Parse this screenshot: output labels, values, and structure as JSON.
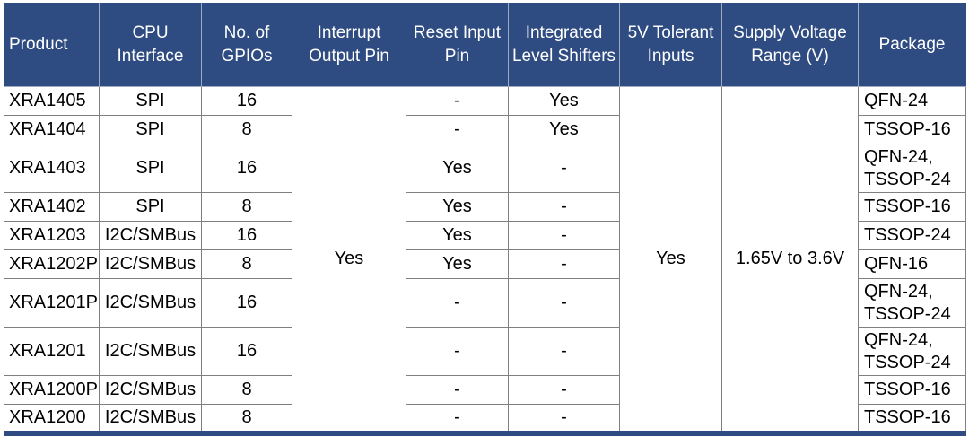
{
  "table": {
    "columns": [
      "Product",
      "CPU Interface",
      "No. of GPIOs",
      "Interrupt Output Pin",
      "Reset Input Pin",
      "Integrated Level Shifters",
      "5V Tolerant Inputs",
      "Supply Voltage Range (V)",
      "Package"
    ],
    "merged_cells": {
      "interrupt_output_pin": "Yes",
      "tolerant_5v_inputs": "Yes",
      "supply_voltage_range": "1.65V to 3.6V"
    },
    "rows": [
      {
        "product": "XRA1405",
        "cpu_interface": "SPI",
        "gpios": "16",
        "reset_input_pin": "-",
        "integrated_level_shifters": "Yes",
        "package": "QFN-24"
      },
      {
        "product": "XRA1404",
        "cpu_interface": "SPI",
        "gpios": "8",
        "reset_input_pin": "-",
        "integrated_level_shifters": "Yes",
        "package": "TSSOP-16"
      },
      {
        "product": "XRA1403",
        "cpu_interface": "SPI",
        "gpios": "16",
        "reset_input_pin": "Yes",
        "integrated_level_shifters": "-",
        "package": "QFN-24, TSSOP-24"
      },
      {
        "product": "XRA1402",
        "cpu_interface": "SPI",
        "gpios": "8",
        "reset_input_pin": "Yes",
        "integrated_level_shifters": "-",
        "package": "TSSOP-16"
      },
      {
        "product": "XRA1203",
        "cpu_interface": "I2C/SMBus",
        "gpios": "16",
        "reset_input_pin": "Yes",
        "integrated_level_shifters": "-",
        "package": "TSSOP-24"
      },
      {
        "product": "XRA1202P",
        "cpu_interface": "I2C/SMBus",
        "gpios": "8",
        "reset_input_pin": "Yes",
        "integrated_level_shifters": "-",
        "package": "QFN-16"
      },
      {
        "product": "XRA1201P",
        "cpu_interface": "I2C/SMBus",
        "gpios": "16",
        "reset_input_pin": "-",
        "integrated_level_shifters": "-",
        "package": "QFN-24, TSSOP-24"
      },
      {
        "product": "XRA1201",
        "cpu_interface": "I2C/SMBus",
        "gpios": "16",
        "reset_input_pin": "-",
        "integrated_level_shifters": "-",
        "package": "QFN-24, TSSOP-24"
      },
      {
        "product": "XRA1200P",
        "cpu_interface": "I2C/SMBus",
        "gpios": "8",
        "reset_input_pin": "-",
        "integrated_level_shifters": "-",
        "package": "TSSOP-16"
      },
      {
        "product": "XRA1200",
        "cpu_interface": "I2C/SMBus",
        "gpios": "8",
        "reset_input_pin": "-",
        "integrated_level_shifters": "-",
        "package": "TSSOP-16"
      }
    ],
    "colors": {
      "header_bg": "#2e4c81",
      "header_text": "#ffffff",
      "header_divider": "#9daabf",
      "body_text": "#000000",
      "grid_line": "#808080",
      "bottom_bar": "#2e4c81"
    }
  }
}
